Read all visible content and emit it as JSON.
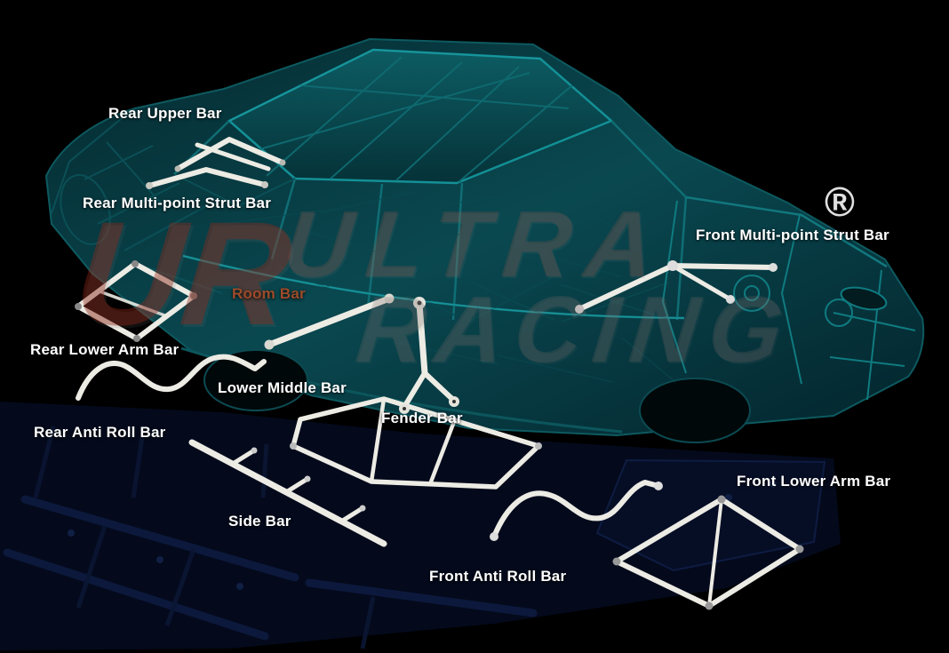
{
  "watermark": {
    "line1": "ULTRA",
    "line2": "RACING",
    "logo_text": "UR",
    "trademark": "®",
    "accent_color": "#a4351f"
  },
  "labels": {
    "rear_upper_bar": "Rear Upper Bar",
    "rear_multi_point_strut_bar": "Rear Multi-point Strut Bar",
    "front_multi_point_strut_bar": "Front Multi-point Strut Bar",
    "room_bar": "Room Bar",
    "rear_lower_arm_bar": "Rear Lower Arm Bar",
    "lower_middle_bar": "Lower Middle Bar",
    "rear_anti_roll_bar": "Rear Anti Roll Bar",
    "fender_bar": "Fender Bar",
    "front_lower_arm_bar": "Front Lower Arm Bar",
    "side_bar": "Side Bar",
    "front_anti_roll_bar": "Front Anti Roll Bar"
  },
  "colors": {
    "background": "#000000",
    "label_text": "#ffffff",
    "room_bar_label": "#9c4a28",
    "car_frame_teal": "#0f6b71",
    "bar_metal": "#ecebe4",
    "chassis_navy": "#0d1a3e",
    "watermark_red": "#a4351f"
  }
}
